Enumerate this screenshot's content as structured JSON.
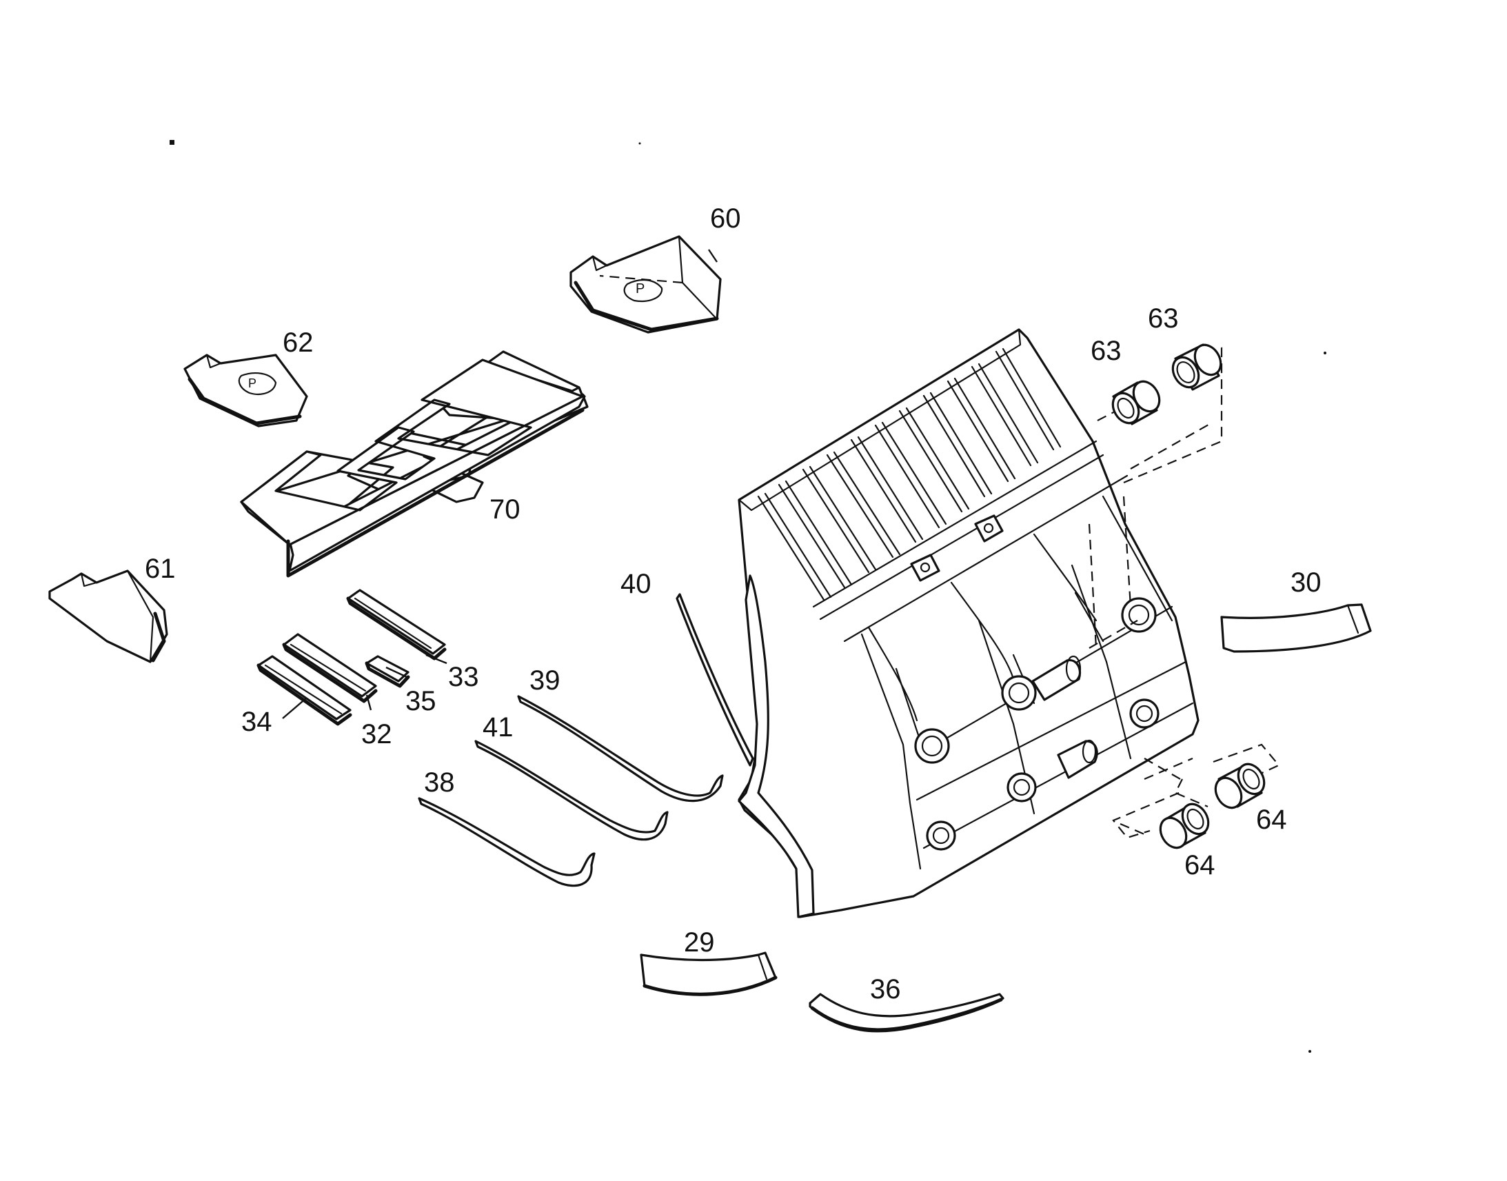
{
  "callouts": {
    "c60": "60",
    "c62": "62",
    "c70": "70",
    "c61": "61",
    "c63a": "63",
    "c63b": "63",
    "c40": "40",
    "c30": "30",
    "c33": "33",
    "c39": "39",
    "c35": "35",
    "c34": "34",
    "c32": "32",
    "c41": "41",
    "c38": "38",
    "c64a": "64",
    "c64b": "64",
    "c29": "29",
    "c36": "36"
  },
  "colors": {
    "line": "#111111",
    "background": "#ffffff"
  }
}
